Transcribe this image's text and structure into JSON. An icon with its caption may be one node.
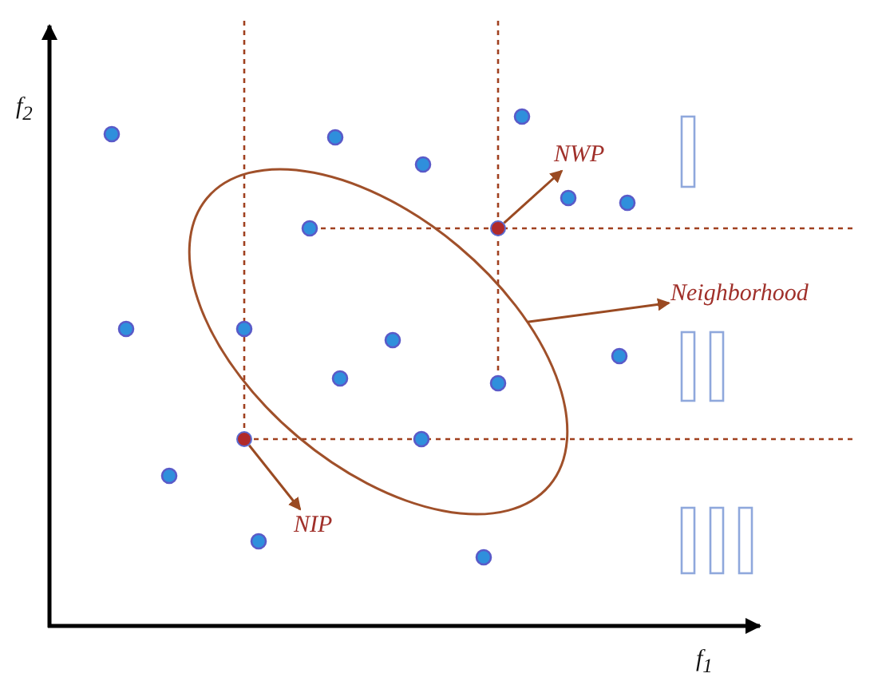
{
  "diagram": {
    "nodes": [
      {
        "text": [
          "NWP"
        ]
      },
      {
        "text": [],
        "shape": "circle"
      },
      {
        "text": [
          "Neighborhood"
        ]
      },
      {
        "text": [],
        "shape": "ellipse"
      },
      {
        "text": [],
        "shape": "circle"
      },
      {
        "text": [
          "NIP"
        ]
      }
    ],
    "edges": [
      {
        "from": 1,
        "to": 0,
        "arrow": "to"
      },
      {
        "from": 3,
        "to": 2,
        "arrow": "to"
      },
      {
        "from": 4,
        "to": 5,
        "arrow": "to"
      }
    ],
    "labels": [
      "f$_{2}$",
      "f$_{1}$"
    ]
  }
}
